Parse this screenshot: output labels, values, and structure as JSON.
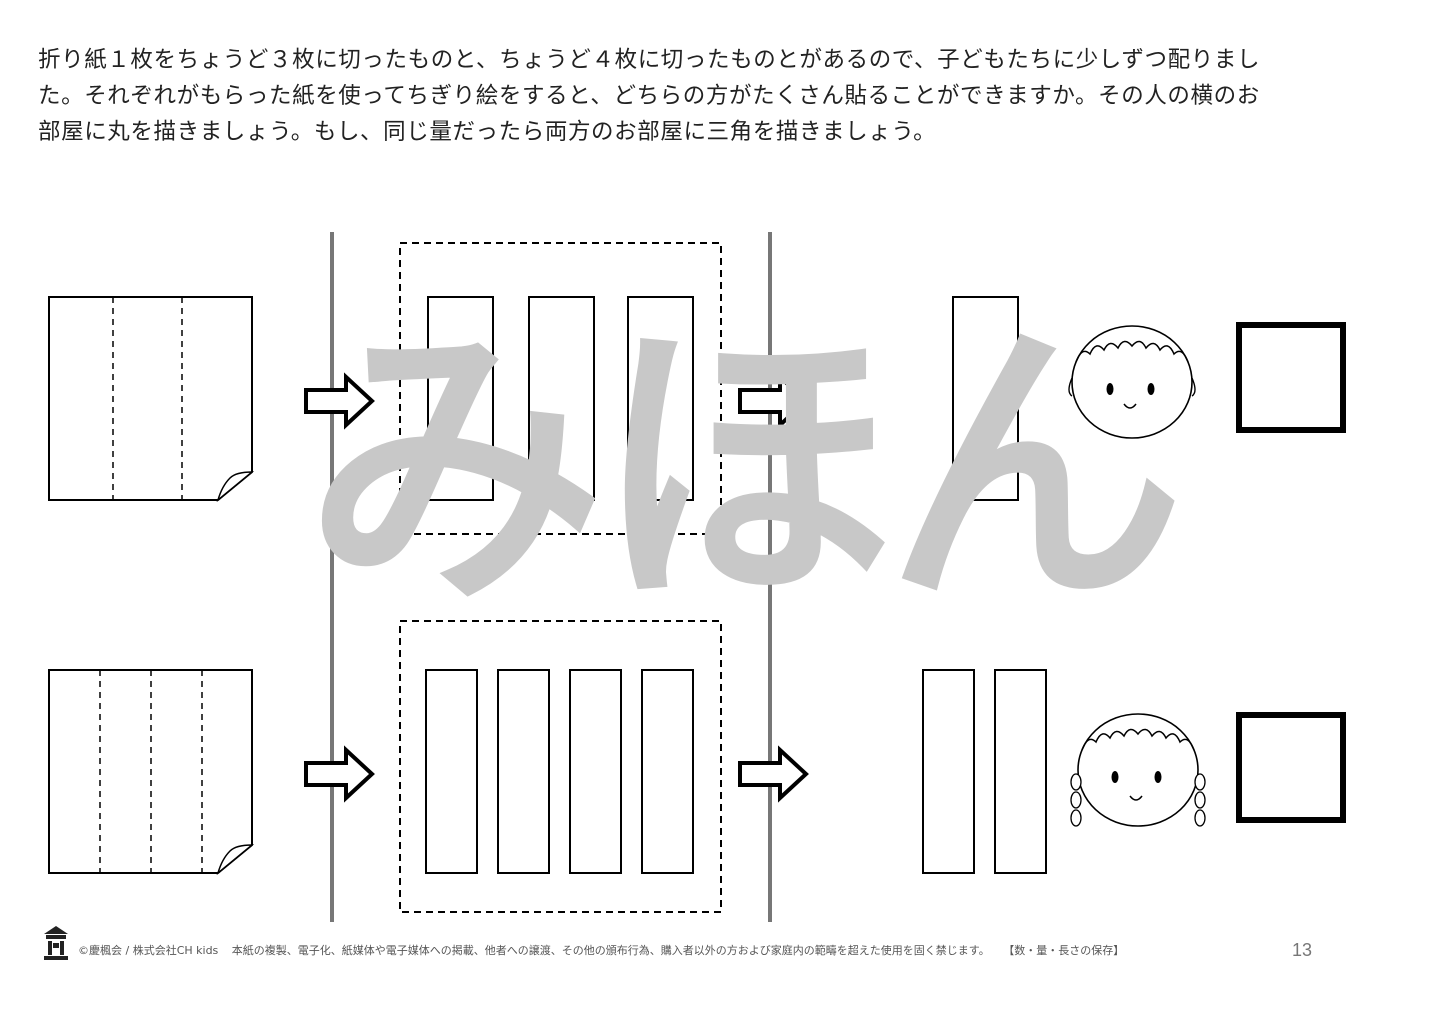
{
  "instructions": {
    "lines": [
      "折り紙１枚をちょうど３枚に切ったものと、ちょうど４枚に切ったものとがあるので、子どもたちに少しずつ配りまし",
      "た。それぞれがもらった紙を使ってちぎり絵をすると、どちらの方がたくさん貼ることができますか。その人の横のお",
      "部屋に丸を描きましょう。もし、同じ量だったら両方のお部屋に三角を描きましょう。"
    ]
  },
  "rows": [
    {
      "paper_divisions": 3,
      "cut_pieces": 3,
      "pieces_received": 1,
      "child": "girl-short-hair"
    },
    {
      "paper_divisions": 4,
      "cut_pieces": 4,
      "pieces_received": 2,
      "child": "girl-braids"
    }
  ],
  "watermark": "みほん",
  "footer": {
    "copyright": "©慶楓会 / 株式会社CH kids",
    "notice": "本紙の複製、電子化、紙媒体や電子媒体への掲載、他者への譲渡、その他の頒布行為、購入者以外の方および家庭内の範疇を超えた使用を固く禁じます。",
    "category": "【数・量・長さの保存】"
  },
  "page_number": "13",
  "colors": {
    "line": "#000000",
    "divider": "#777777",
    "watermark": "#c8c8c8",
    "text": "#222222"
  },
  "icons": [
    "folded-corner-icon",
    "right-arrow-icon",
    "girl-face-icon",
    "answer-box-icon",
    "house-logo-icon"
  ]
}
